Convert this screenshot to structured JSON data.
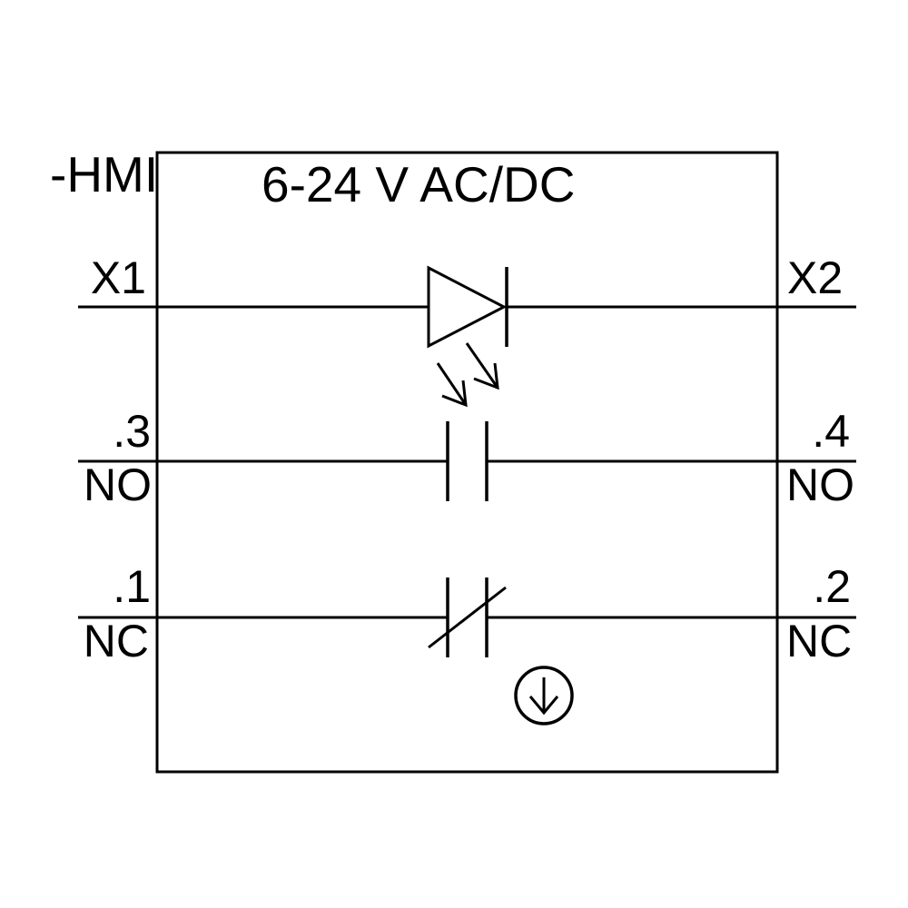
{
  "colors": {
    "background": "#ffffff",
    "line": "#000000",
    "text": "#000000"
  },
  "device": {
    "tag": "-HMI",
    "voltage_rating": "6-24 V AC/DC"
  },
  "rows": {
    "led": {
      "left_terminal": "X1",
      "right_terminal": "X2",
      "symbol": "led-indicator-diode"
    },
    "no": {
      "left_terminal": ".3",
      "left_type": "NO",
      "right_terminal": ".4",
      "right_type": "NO",
      "symbol": "normally-open-contact"
    },
    "nc": {
      "left_terminal": ".1",
      "left_type": "NC",
      "right_terminal": ".2",
      "right_type": "NC",
      "symbol": "normally-closed-contact"
    }
  },
  "icons": {
    "light_arrows": "light-emission-arrows-icon",
    "actuator": "pushbutton-actuator-down-arrow-icon"
  }
}
